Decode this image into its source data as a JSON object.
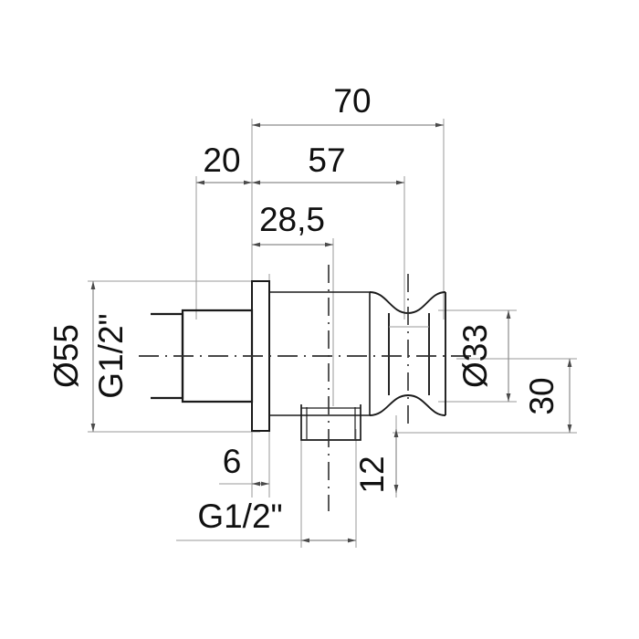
{
  "drawing": {
    "title": "Wall outlet elbow with shower holder - dimensioned technical drawing",
    "units": "mm",
    "background_color": "#ffffff",
    "outline_color": "#1a1a1a",
    "dimension_color": "#8c8c8c",
    "text_color": "#101010",
    "centerline_color": "#3a3a3a"
  },
  "dimensions": {
    "overall_length": "70",
    "body_length": "57",
    "offset_length": "28,5",
    "inlet_length": "20",
    "flange_diameter": "Ø55",
    "inlet_thread": "G1/2\"",
    "outlet_diameter": "Ø33",
    "outlet_height": "30",
    "flange_thickness": "6",
    "bottom_thread": "G1/2\"",
    "bottom_offset": "12"
  },
  "labels": [
    {
      "id": "dim-70",
      "text": "70",
      "role": "overall-length"
    },
    {
      "id": "dim-57",
      "text": "57",
      "role": "body-length"
    },
    {
      "id": "dim-20",
      "text": "20",
      "role": "inlet-length"
    },
    {
      "id": "dim-285",
      "text": "28,5",
      "role": "offset-length"
    },
    {
      "id": "dim-d55",
      "text": "Ø55",
      "role": "flange-diameter"
    },
    {
      "id": "dim-g12-left",
      "text": "G1/2\"",
      "role": "inlet-thread"
    },
    {
      "id": "dim-d33",
      "text": "Ø33",
      "role": "outlet-diameter"
    },
    {
      "id": "dim-30",
      "text": "30",
      "role": "outlet-height"
    },
    {
      "id": "dim-6",
      "text": "6",
      "role": "flange-thickness"
    },
    {
      "id": "dim-12",
      "text": "12",
      "role": "bottom-offset"
    },
    {
      "id": "dim-g12-bottom",
      "text": "G1/2\"",
      "role": "bottom-thread"
    }
  ]
}
